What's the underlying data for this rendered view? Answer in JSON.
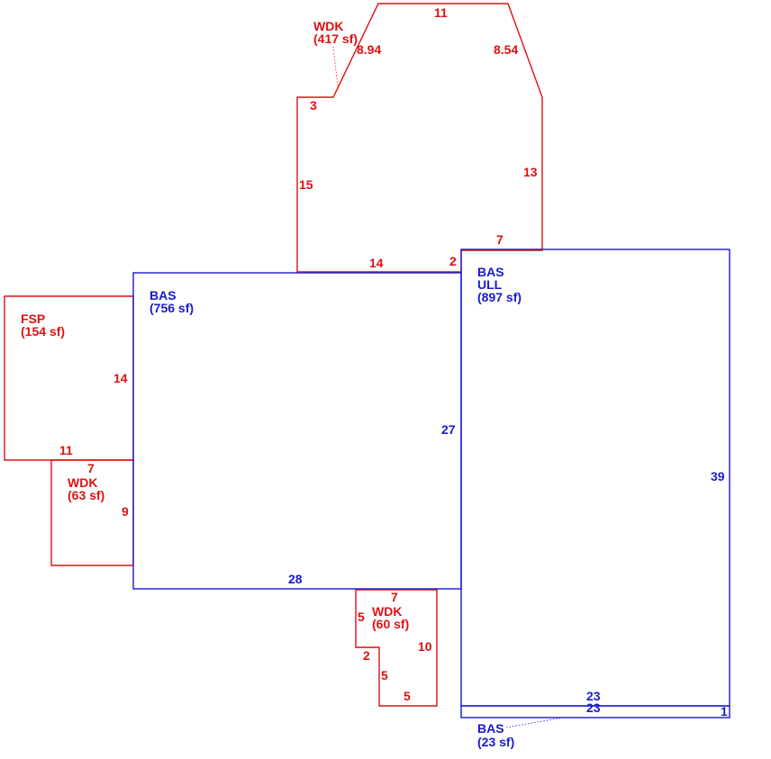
{
  "colors": {
    "blue": "#1a1acc",
    "red": "#dd1111"
  },
  "areas": {
    "bas_main": {
      "code": "BAS",
      "area": "(756 sf)"
    },
    "bas_ull": {
      "code": "BAS",
      "code2": "ULL",
      "area": "(897 sf)"
    },
    "bas_small": {
      "code": "BAS",
      "area": "(23 sf)"
    },
    "fsp": {
      "code": "FSP",
      "area": "(154 sf)"
    },
    "wdk_top": {
      "code": "WDK",
      "area": "(417 sf)"
    },
    "wdk_left": {
      "code": "WDK",
      "area": "(63 sf)"
    },
    "wdk_bottom": {
      "code": "WDK",
      "area": "(60 sf)"
    }
  },
  "dims": {
    "bas_main_right": "27",
    "bas_main_bottom": "28",
    "ull_right": "39",
    "small_top": "23",
    "small_bottom": "23",
    "small_right": "1",
    "fsp_left_side": "14",
    "fsp_bottom": "11",
    "wdk_top_top": "11",
    "wdk_top_left_diag": "8.94",
    "wdk_top_right_diag": "8.54",
    "wdk_top_step": "3",
    "wdk_top_left": "15",
    "wdk_top_right": "13",
    "wdk_top_bottom_14": "14",
    "wdk_top_bottom_2": "2",
    "wdk_top_bottom_7": "7",
    "wdk_left_top": "7",
    "wdk_left_right": "9",
    "wdk_bot_top": "7",
    "wdk_bot_left": "5",
    "wdk_bot_step": "2",
    "wdk_bot_left2": "5",
    "wdk_bot_bottom": "5",
    "wdk_bot_right": "10"
  }
}
